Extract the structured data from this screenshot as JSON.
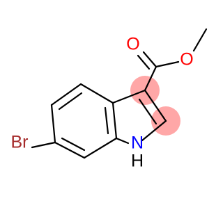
{
  "molecule": {
    "atoms": {
      "br": "Br",
      "n": "N",
      "h": "H",
      "o_carbonyl": "O",
      "o_ester": "O"
    },
    "colors": {
      "bond": "#000000",
      "bromine": "#a52a2a",
      "nitrogen": "#0000ff",
      "oxygen": "#ff0000",
      "hydrogen": "#000000",
      "highlight": "#ff8a8a"
    },
    "highlighted_atoms": [
      "C3",
      "C2"
    ]
  }
}
